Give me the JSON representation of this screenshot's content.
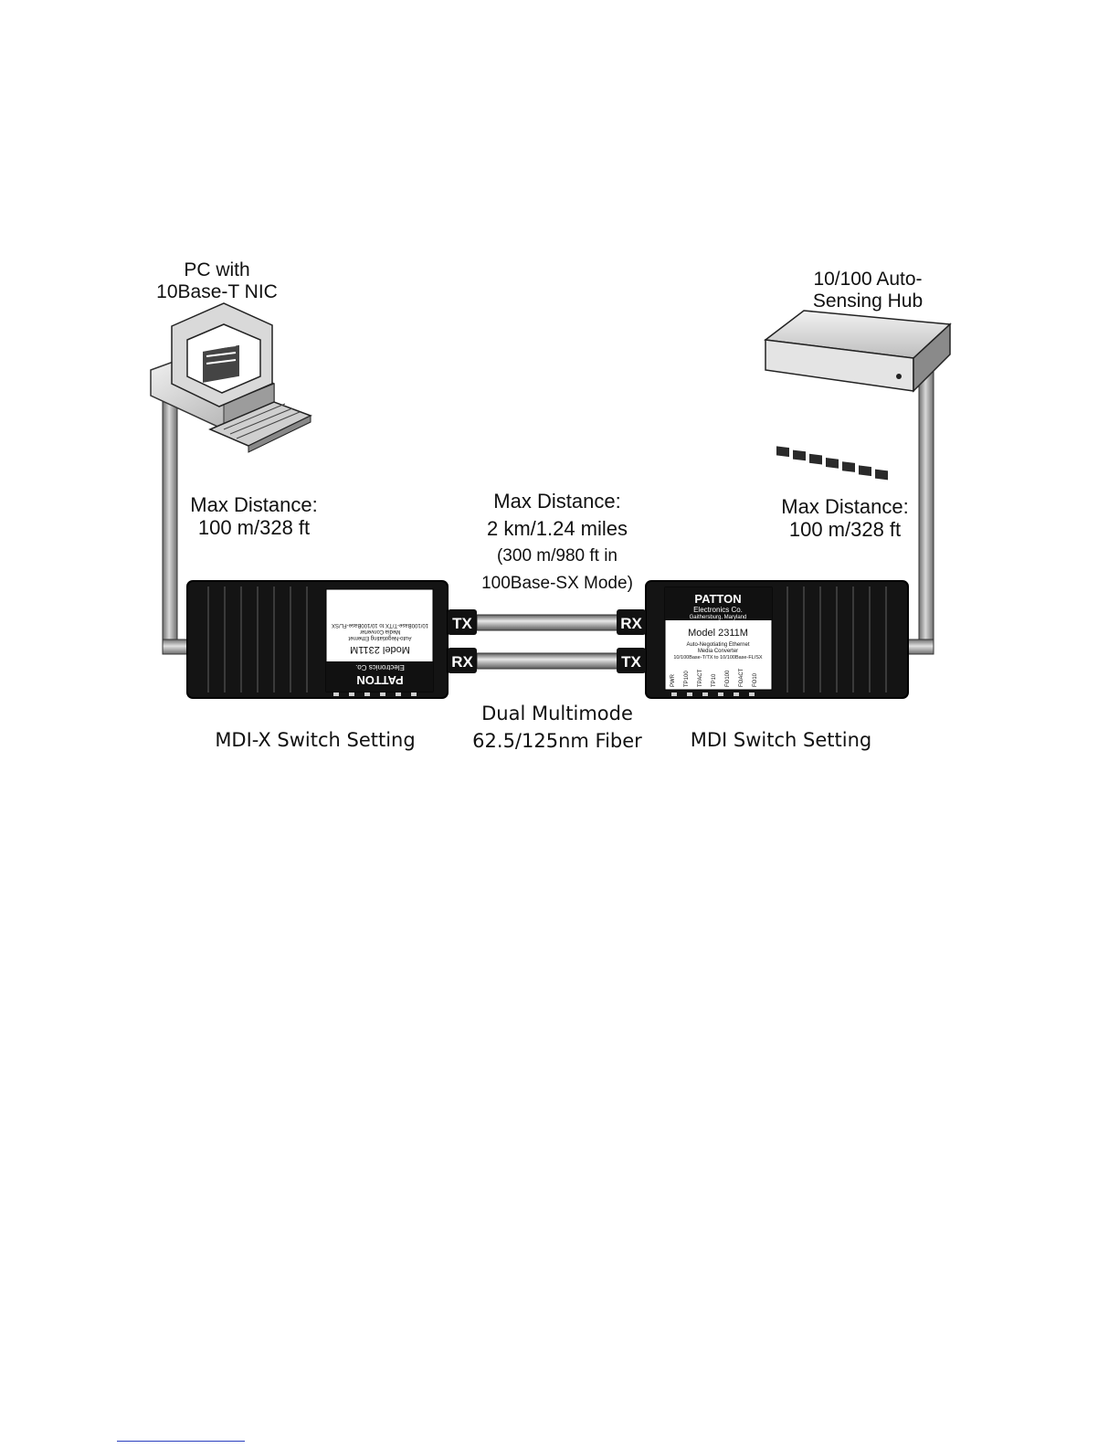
{
  "pc_label": [
    "PC with",
    "10Base-T NIC"
  ],
  "hub_label": [
    "10/100 Auto-",
    "Sensing Hub"
  ],
  "left_distance": [
    "Max Distance:",
    "100 m/328 ft"
  ],
  "right_distance": [
    "Max Distance:",
    "100 m/328 ft"
  ],
  "fiber_distance": [
    "Max Distance:",
    "2 km/1.24 miles",
    "(300 m/980 ft in",
    "100Base-SX Mode)"
  ],
  "fiber_type": [
    "Dual Multimode",
    "62.5/125nm Fiber"
  ],
  "left_setting": "MDI-X Switch Setting",
  "right_setting": "MDI Switch Setting",
  "ports": {
    "tx": "TX",
    "rx": "RX"
  },
  "converter": {
    "brand": "PATTON",
    "brand_sub": "Electronics Co.",
    "location": "Gaithersburg, Maryland",
    "model": "Model 2311M",
    "desc1": "Auto-Negotiating Ethernet",
    "desc2": "Media Converter",
    "desc3": "10/100Base-T/TX to 10/100Base-FL/SX",
    "leds": [
      "PWR",
      "TP100",
      "TPACT",
      "TP10",
      "FO100",
      "FOACT",
      "FO10"
    ]
  },
  "colors": {
    "body": "#141414",
    "cable": "#9a9a9a",
    "label_bg": "#ffffff"
  }
}
